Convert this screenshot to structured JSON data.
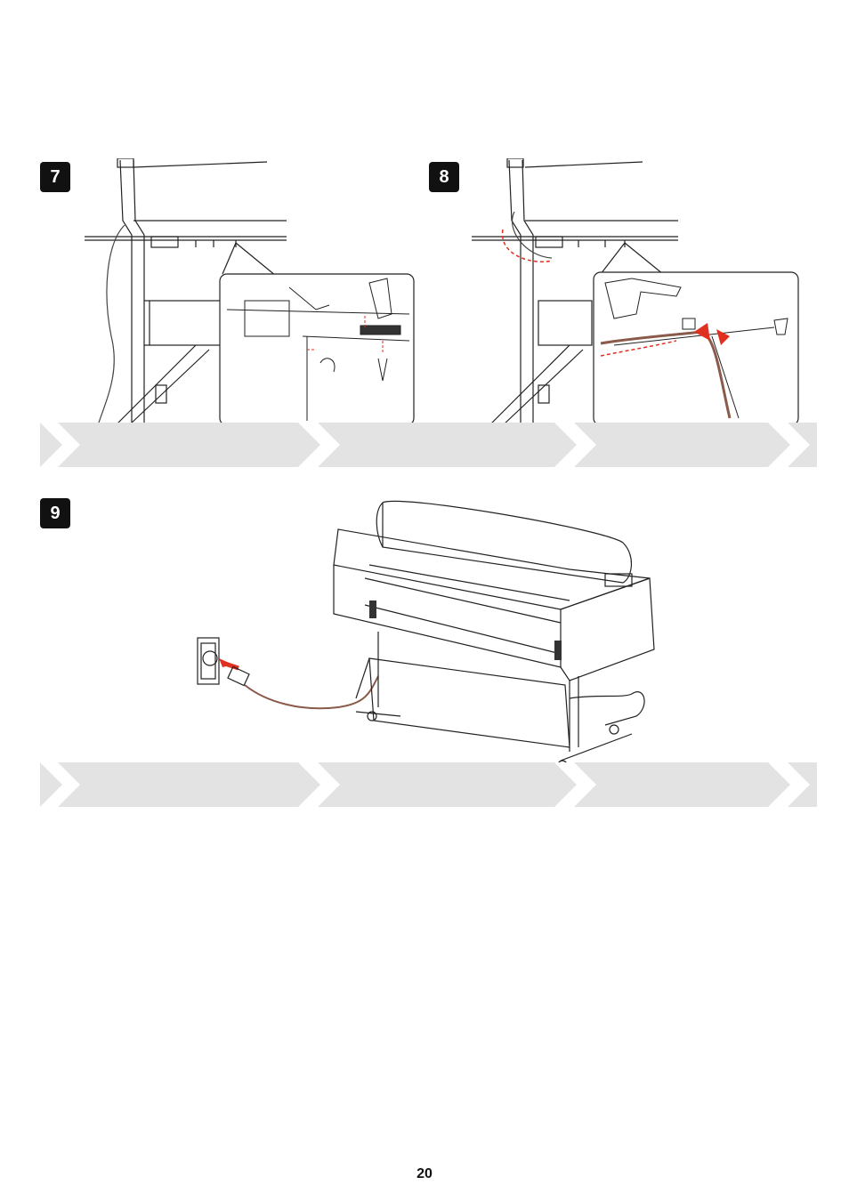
{
  "steps": [
    {
      "number": "7"
    },
    {
      "number": "8"
    },
    {
      "number": "9"
    }
  ],
  "illustrations": {
    "step7": "printer-stand-underside-cable-clip",
    "step8": "cable-routing-through-clip",
    "step9": "printer-plug-into-wall-outlet"
  },
  "colors": {
    "badge": "#111111",
    "arrow_band": "#e3e3e3",
    "red_arrow": "#e03020",
    "cable": "#8a5a4a"
  },
  "footer": {
    "page_number": "20"
  }
}
